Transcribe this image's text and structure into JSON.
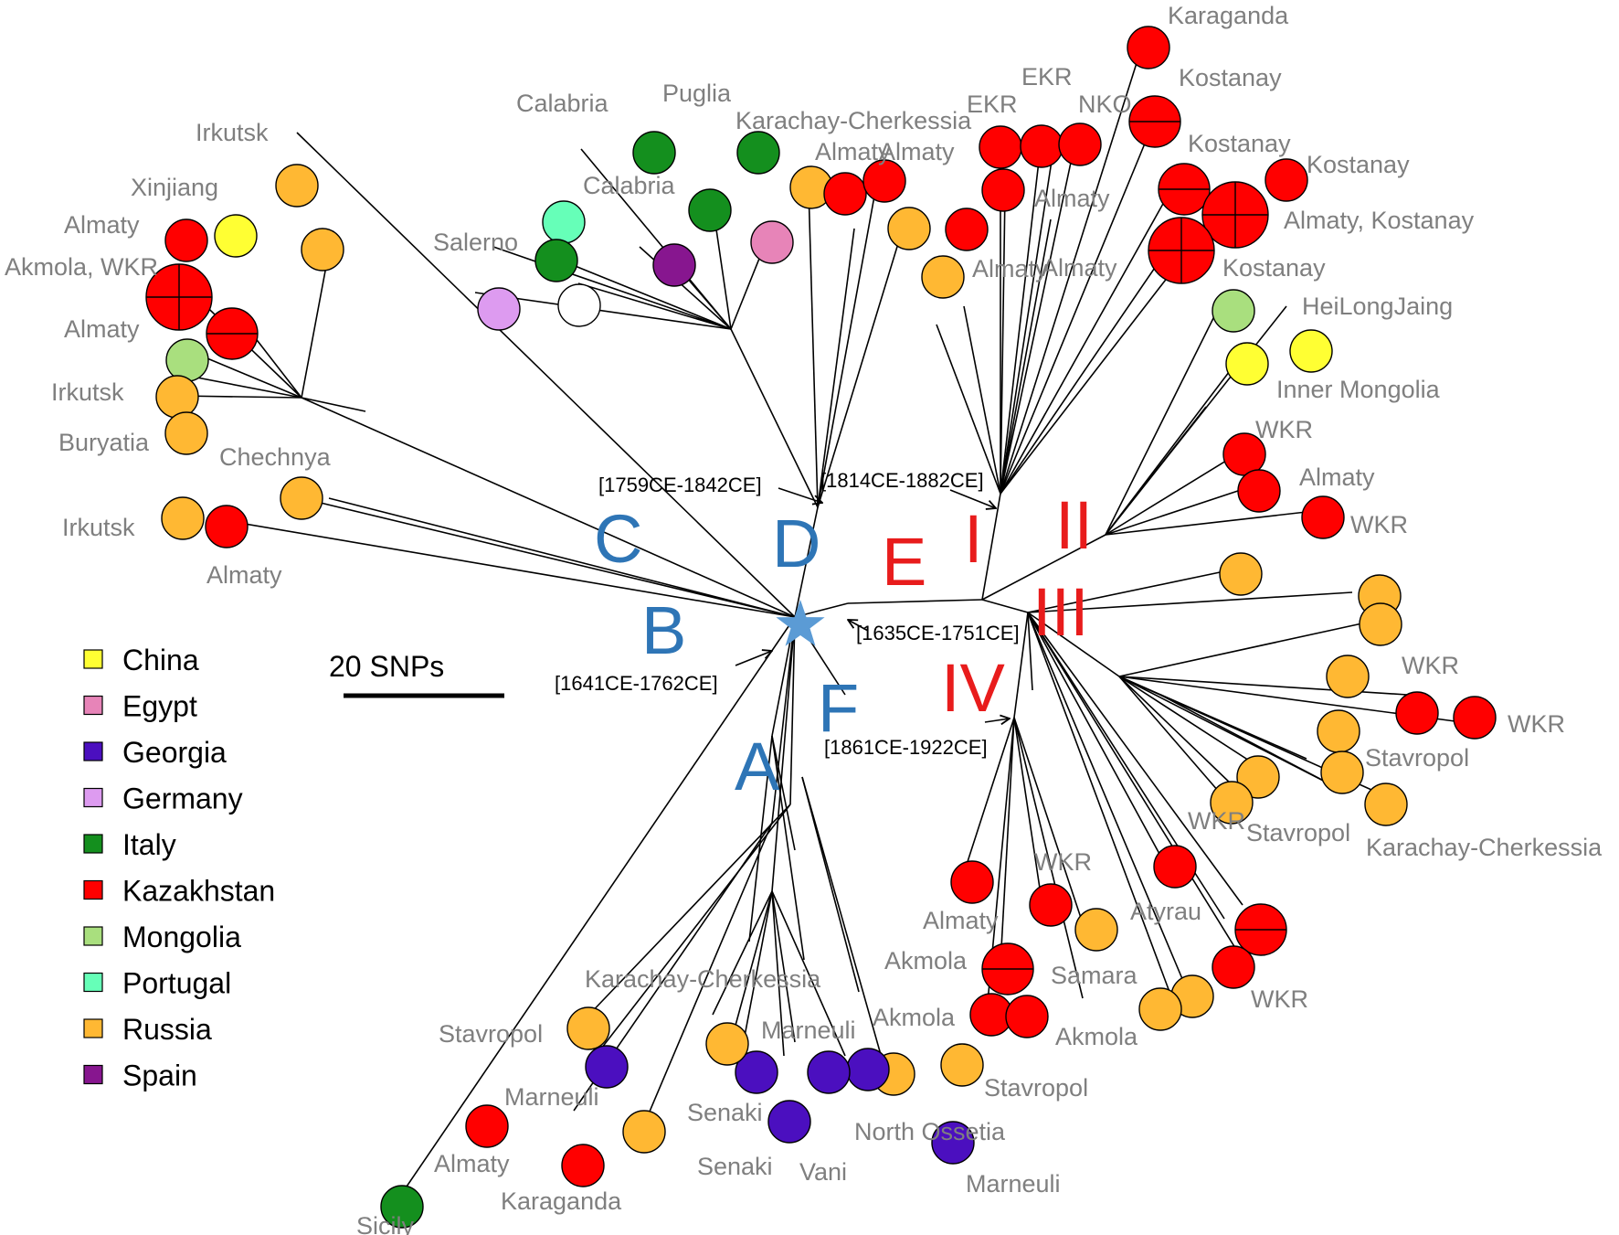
{
  "colors": {
    "China": "#ffff33",
    "Egypt": "#e784b8",
    "Georgia": "#4b0fbf",
    "Germany": "#dd9bf0",
    "Italy": "#148f1e",
    "Kazakhstan": "#ff0000",
    "Mongolia": "#a9df7e",
    "Portugal": "#66ffb8",
    "Russia": "#ffb833",
    "Spain": "#87168f",
    "Unknown": "#ffffff",
    "edge": "#000000",
    "root_star": "#5b9bd5"
  },
  "legend": [
    {
      "label": "China",
      "key": "China"
    },
    {
      "label": "Egypt",
      "key": "Egypt"
    },
    {
      "label": "Georgia",
      "key": "Georgia"
    },
    {
      "label": "Germany",
      "key": "Germany"
    },
    {
      "label": "Italy",
      "key": "Italy"
    },
    {
      "label": "Kazakhstan",
      "key": "Kazakhstan"
    },
    {
      "label": "Mongolia",
      "key": "Mongolia"
    },
    {
      "label": "Portugal",
      "key": "Portugal"
    },
    {
      "label": "Russia",
      "key": "Russia"
    },
    {
      "label": "Spain",
      "key": "Spain"
    }
  ],
  "scale_bar": {
    "label": "20 SNPs"
  },
  "clades_blue": [
    "A",
    "B",
    "C",
    "D",
    "F"
  ],
  "clades_red": [
    "E",
    "I",
    "II",
    "III",
    "IV"
  ],
  "dates": [
    "[1759CE-1842CE]",
    "[1814CE-1882CE]",
    "[1635CE-1751CE]",
    "[1641CE-1762CE]",
    "[1861CE-1922CE]"
  ],
  "place_labels": [
    "Karaganda",
    "Kostanay",
    "EKR",
    "EKR",
    "NKO",
    "Kostanay",
    "Kostanay",
    "Almaty",
    "Almaty",
    "Almaty, Kostanay",
    "Almaty",
    "Kostanay",
    "HeiLongJaing",
    "Inner Mongolia",
    "WKR",
    "Almaty",
    "WKR",
    "WKR",
    "WKR",
    "Stavropol",
    "Stavropol",
    "Karachay-Cherkessia",
    "WKR",
    "WKR",
    "Atyrau",
    "WKR",
    "Almaty",
    "Samara",
    "Akmola",
    "Akmola",
    "Akmola",
    "Stavropol",
    "North Ossetia",
    "Marneuli",
    "Marneuli",
    "Vani",
    "Senaki",
    "Senaki",
    "Karachay-Cherkessia",
    "Stavropol",
    "Marneuli",
    "Almaty",
    "Karaganda",
    "Sicily",
    "Irkutsk",
    "Almaty",
    "Chechnya",
    "Irkutsk",
    "Buryatia",
    "Almaty",
    "Akmola, WKR",
    "Almaty",
    "Xinjiang",
    "Irkutsk",
    "Salerno",
    "Calabria",
    "Calabria",
    "Puglia",
    "Karachay-Cherkessia",
    "Almaty",
    "Almaty"
  ]
}
